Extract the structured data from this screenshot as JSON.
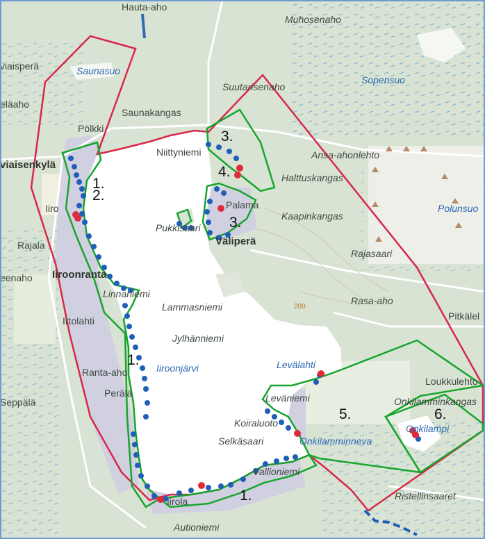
{
  "colors": {
    "boundary_red": "#d8274a",
    "zone_green": "#17a52e",
    "dot_blue": "#1f5fb8",
    "dot_red": "#e02a3a",
    "water": "#ffffff",
    "forest": "#d8e2d3",
    "built": "#cfcde3",
    "field": "#e9eee2"
  },
  "place_names": {
    "hauta_aho": "Hauta-aho",
    "muhosenaho": "Muhosenaho",
    "viaispera": "viaisperä",
    "saunasuo": "Saunasuo",
    "sopensuo": "Sopensuo",
    "elaaho": "eläaho",
    "suutarisenaho": "Suutarisenaho",
    "saunakangas": "Saunakangas",
    "polkki": "Pölkki",
    "niittyniemi": "Niittyniemi",
    "ansa_ahonlehto": "Ansa-ahonlehto",
    "viaisenkyla": "viaisenkylä",
    "halttuskangas": "Halttuskangas",
    "iiro": "Iiro",
    "palama": "Palama",
    "polunsuo": "Polunsuo",
    "pukkisaari": "Pukkisaari",
    "kaapinkangas": "Kaapinkangas",
    "valipera": "Väliperä",
    "rajala": "Rajala",
    "rajasaari": "Rajasaari",
    "iiroonranta": "Iiroonranta",
    "eenaho": "eenaho",
    "linnaniemi": "Linnaniemi",
    "rasa_aho": "Rasa-aho",
    "pitkalehto": "Pitkälel",
    "lammasniemi": "Lammasniemi",
    "contour": "200",
    "irtolahti": "Irtolahti",
    "jylhanniemi": "Jylhänniemi",
    "iiroonjarvi": "Iiroonjärvi",
    "levalahti": "Levälahti",
    "loukkulehto": "Loukkulehto",
    "ranta_aho": "Ranta-aho",
    "levaniemi": "Leväniemi",
    "seppala": "Seppälä",
    "perala": "Perälä",
    "onkilamminkangas": "Onkilamminkangas",
    "onkilampi": "Onkilampi",
    "koiraluoto": "Koiraluoto",
    "selkasaari": "Selkäsaari",
    "onkilamminneva": "Onkilamminneva",
    "vallioniemi": "Vallioniemi",
    "iirola": "Iirola",
    "ristellinsaaret": "Ristellinsaaret",
    "autioniemi": "Autioniemi"
  },
  "area_labels": {
    "a1_north": "1.",
    "a1_mid": "1.",
    "a1_south": "1.",
    "a2": "2.",
    "a3_north": "3.",
    "a3_palama": "3.",
    "a4": "4.",
    "a5": "5.",
    "a6": "6."
  }
}
